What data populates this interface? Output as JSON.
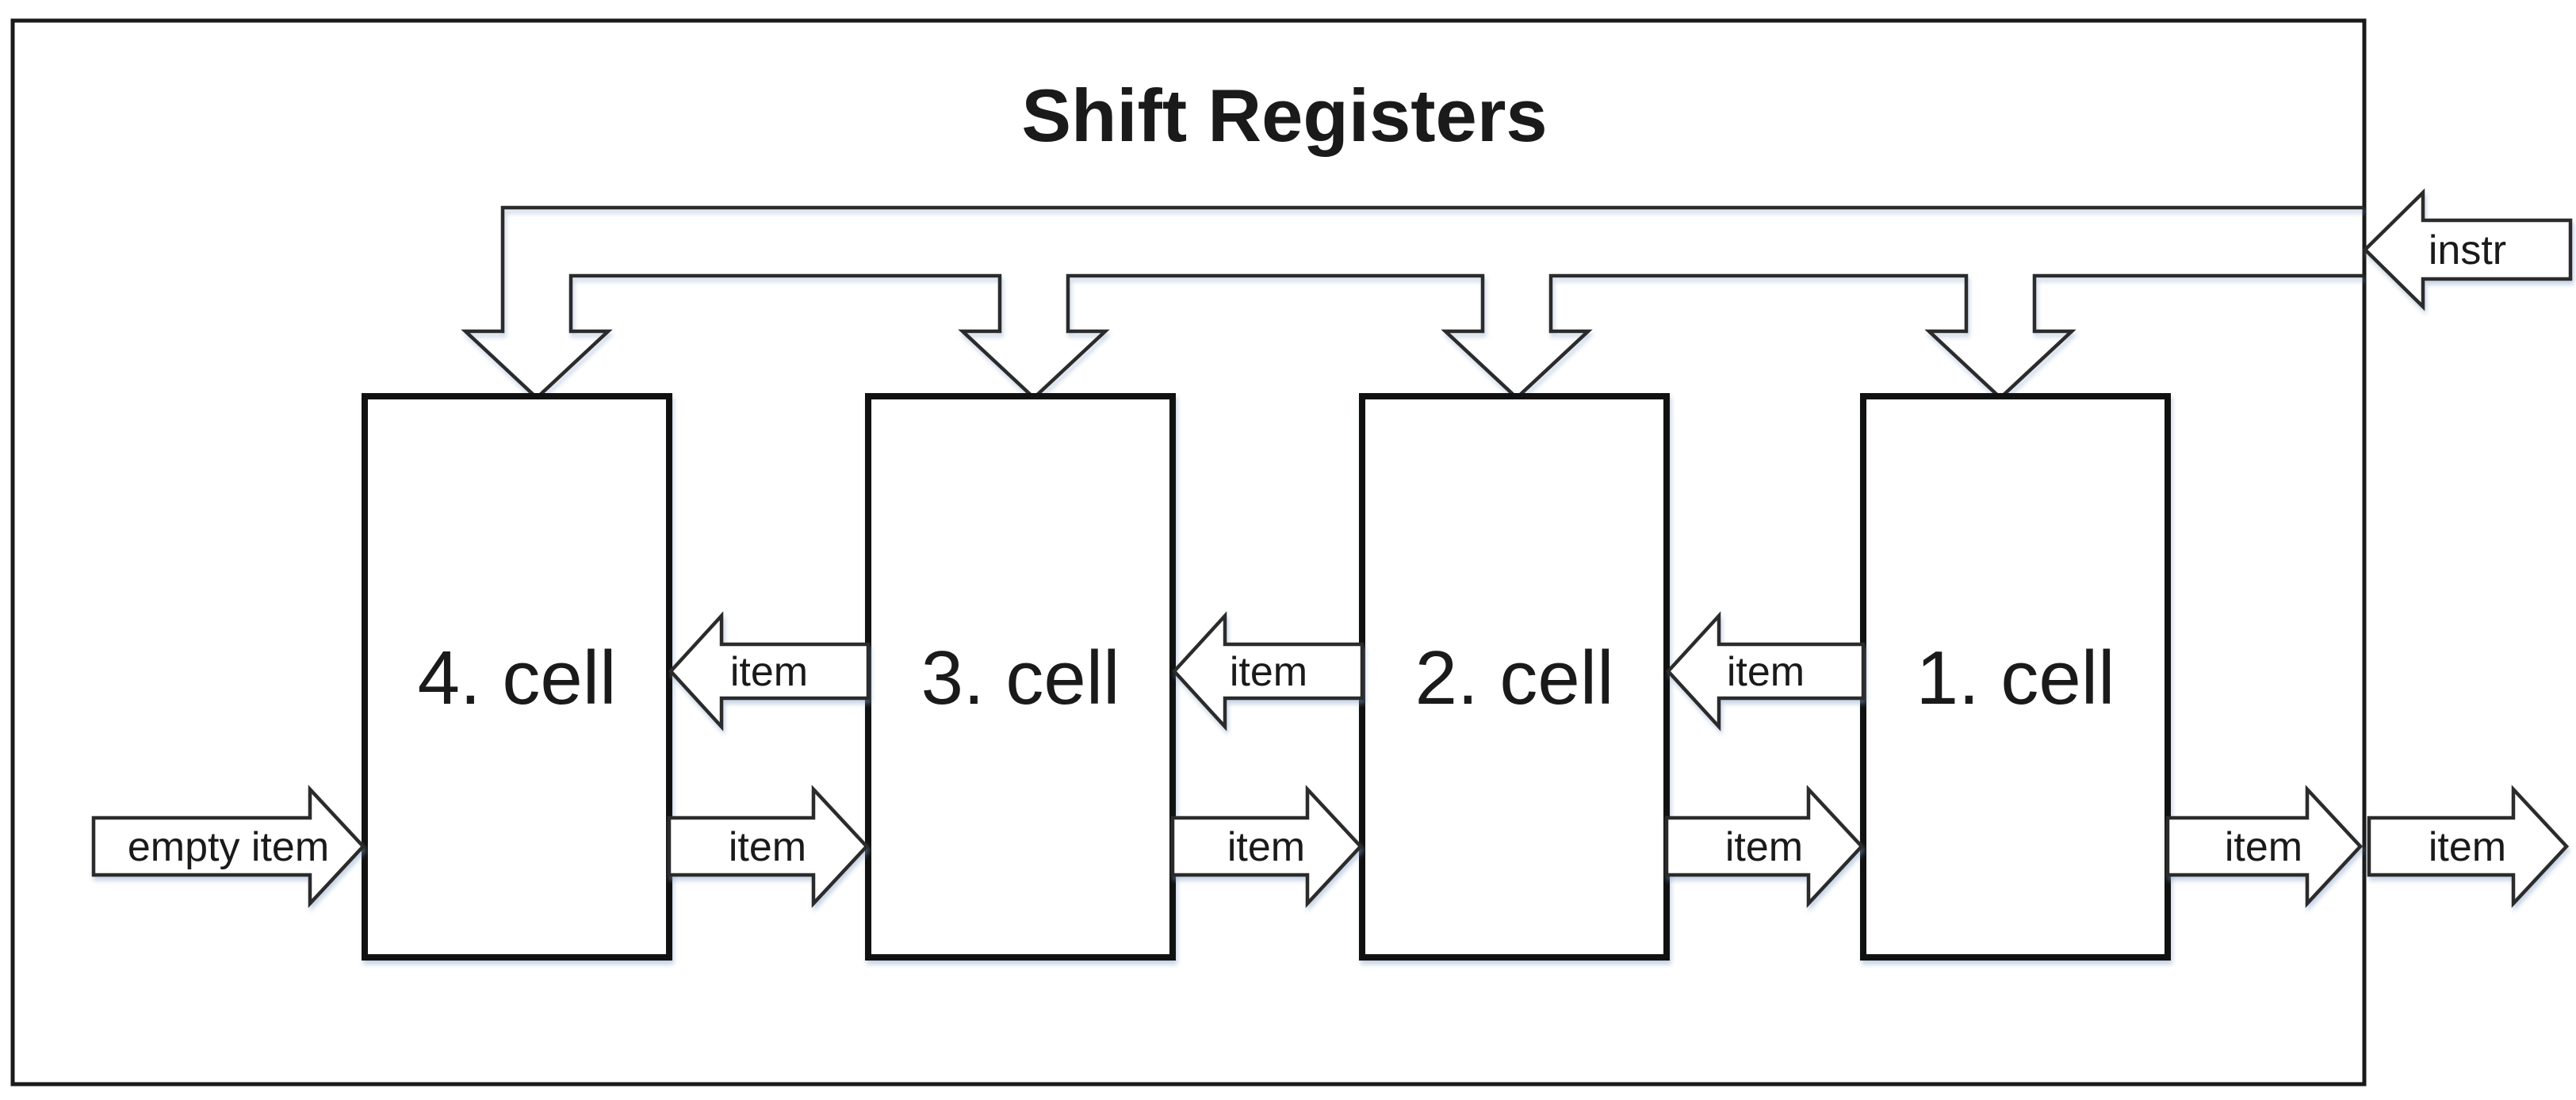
{
  "diagram": {
    "title": "Shift Registers",
    "cells": [
      {
        "label": "4. cell"
      },
      {
        "label": "3. cell"
      },
      {
        "label": "2. cell"
      },
      {
        "label": "1. cell"
      }
    ],
    "instr_arrow": {
      "label": "instr"
    },
    "empty_item_arrow": {
      "label": "empty item"
    },
    "item_arrows": {
      "upper": [
        {
          "label": "item"
        },
        {
          "label": "item"
        },
        {
          "label": "item"
        }
      ],
      "lower": [
        {
          "label": "item"
        },
        {
          "label": "item"
        },
        {
          "label": "item"
        },
        {
          "label": "item"
        },
        {
          "label": "item"
        }
      ]
    },
    "colors": {
      "outline": "#2b2b2b",
      "cell_border": "#111111",
      "box_border": "#1a1a1a",
      "fill": "#ffffff",
      "text": "#1a1a1a",
      "shadow": "#b8cce4"
    }
  }
}
